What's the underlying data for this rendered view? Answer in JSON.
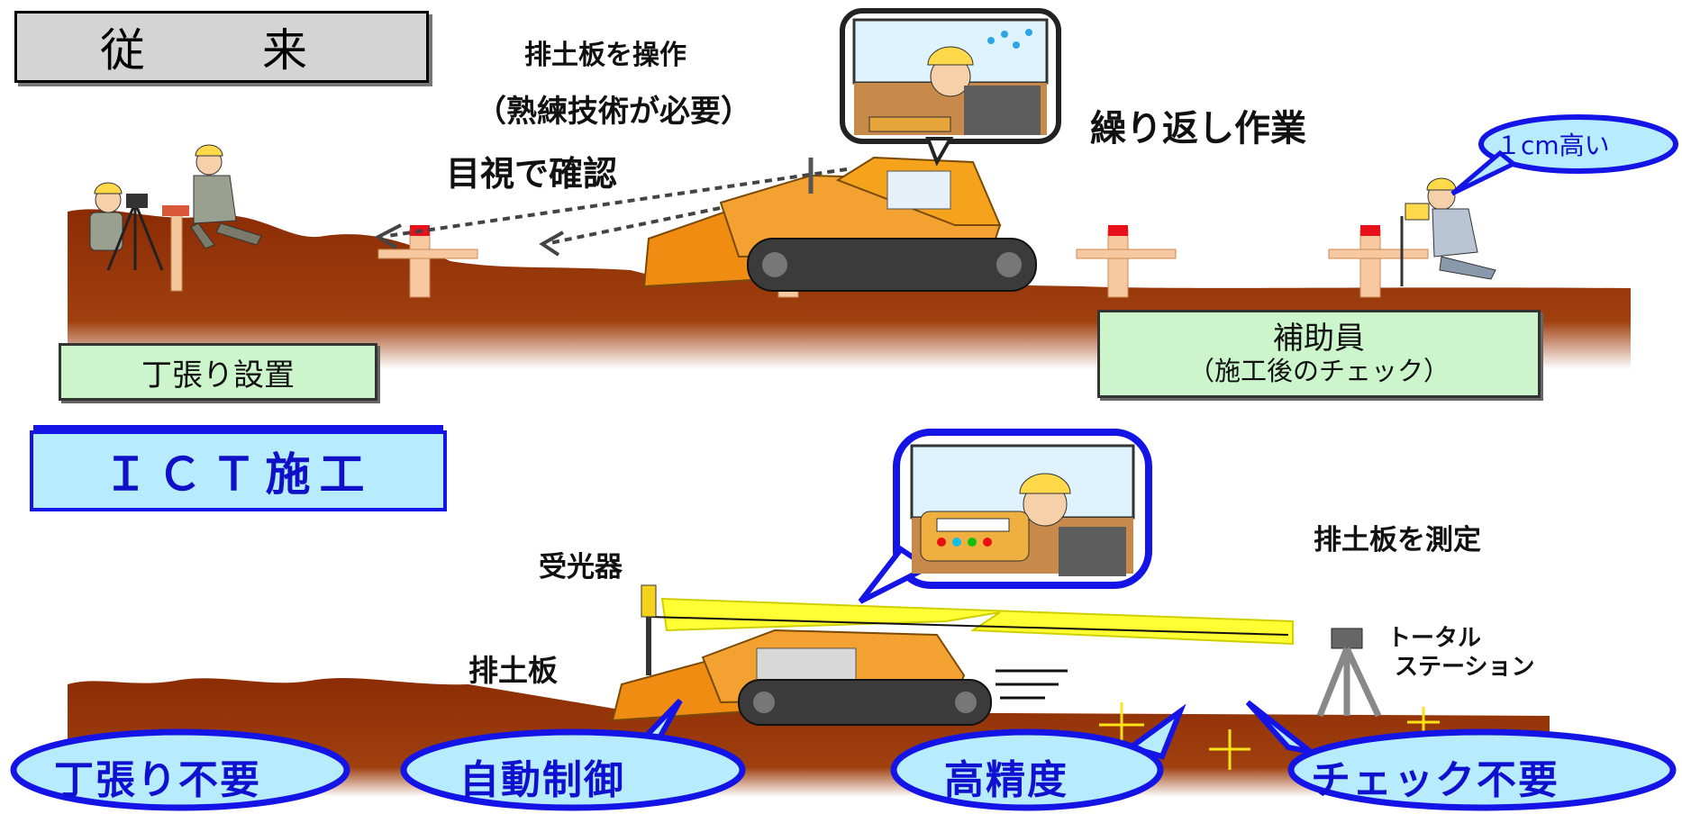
{
  "conventional": {
    "title": "従　来",
    "operate_label": "排土板を操作",
    "skill_label": "（熟練技術が必要）",
    "visual_label": "目視で確認",
    "repeat_label": "繰り返し作業",
    "height_bubble": "１cm高い",
    "stake_label": "丁張り設置",
    "assistant_title": "補助員",
    "assistant_sub": "（施工後のチェック）"
  },
  "ict": {
    "title": "ＩＣＴ施工",
    "receiver_label": "受光器",
    "blade_label": "排土板",
    "measure_label": "排土板を測定",
    "total_station_line1": "トータル",
    "total_station_line2": "ステーション",
    "bubbles": [
      "丁張り不要",
      "自動制御",
      "高精度",
      "チェック不要"
    ]
  },
  "colors": {
    "soil": "#8b2c05",
    "bulldozer": "#f08c12",
    "laser": "#ffff33",
    "bubble_blue": "#1414e6",
    "bubble_fill": "#b7ecff"
  }
}
